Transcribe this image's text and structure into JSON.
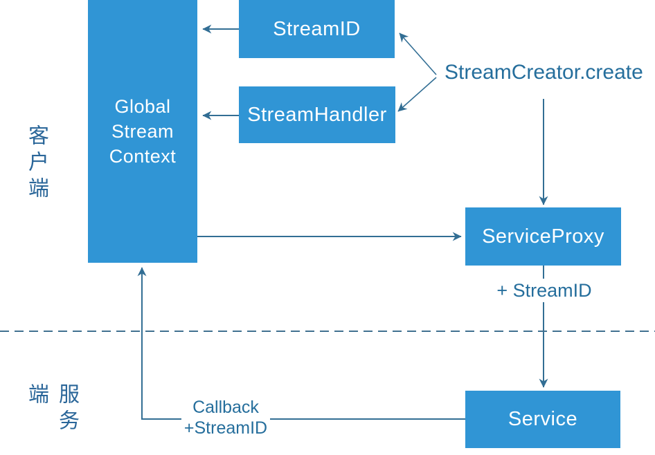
{
  "diagram": {
    "boxes": {
      "global_stream_context": {
        "label_lines": [
          "Global",
          "Stream",
          "Context"
        ]
      },
      "stream_id": {
        "label": "StreamID"
      },
      "stream_handler": {
        "label": "StreamHandler"
      },
      "service_proxy": {
        "label": "ServiceProxy"
      },
      "service": {
        "label": "Service"
      }
    },
    "labels": {
      "stream_creator": "StreamCreator.create",
      "plus_stream_id": "+ StreamID",
      "callback_line1": "Callback",
      "callback_line2": "+StreamID",
      "client_side": "客户端",
      "server_side": "服务端"
    },
    "colors": {
      "box_fill": "#3095D5",
      "box_text": "#FFFFFF",
      "line": "#326E94",
      "dashed_line": "#40708F",
      "label_text": "#256E9C"
    }
  }
}
